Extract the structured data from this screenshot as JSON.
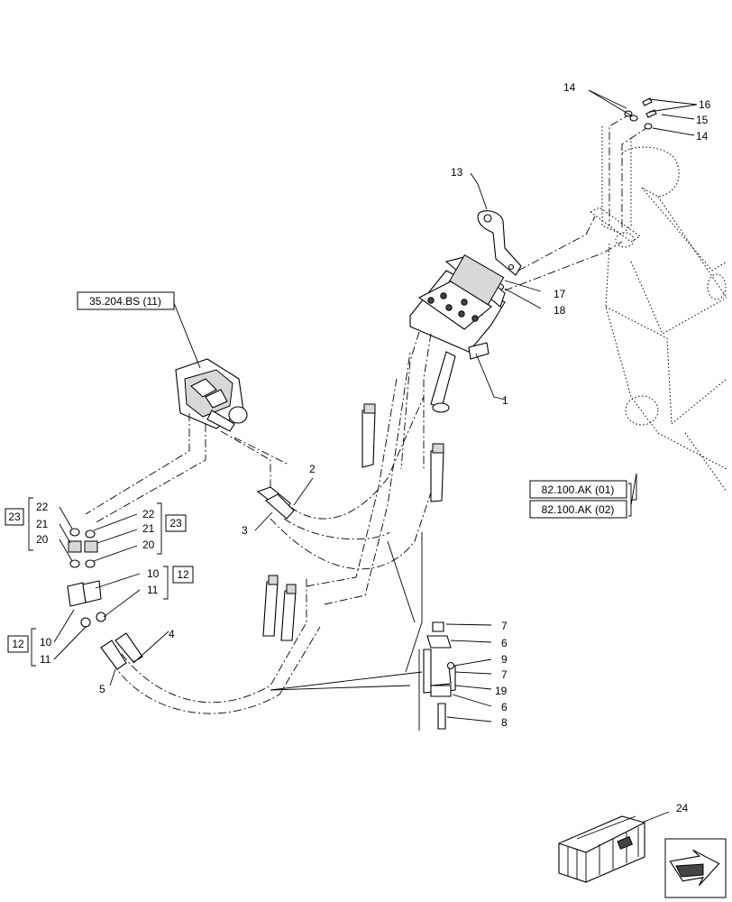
{
  "references": {
    "valve": "35.204.BS (11)",
    "frame_1": "82.100.AK (01)",
    "frame_2": "82.100.AK (02)",
    "kit_12": "12",
    "kit_23": "23"
  },
  "callouts": {
    "c1": "1",
    "c2": "2",
    "c3": "3",
    "c4": "4",
    "c5": "5",
    "c6a": "6",
    "c6b": "6",
    "c7a": "7",
    "c7b": "7",
    "c8": "8",
    "c9": "9",
    "c10a": "10",
    "c10b": "10",
    "c11a": "11",
    "c11b": "11",
    "c13": "13",
    "c14a": "14",
    "c14b": "14",
    "c15": "15",
    "c16": "16",
    "c17": "17",
    "c18": "18",
    "c19": "19",
    "c20a": "20",
    "c20b": "20",
    "c21a": "21",
    "c21b": "21",
    "c22a": "22",
    "c22b": "22",
    "c24": "24"
  },
  "icons": {
    "kit_box": "crate-icon",
    "navigation": "next-page-arrow-icon"
  }
}
